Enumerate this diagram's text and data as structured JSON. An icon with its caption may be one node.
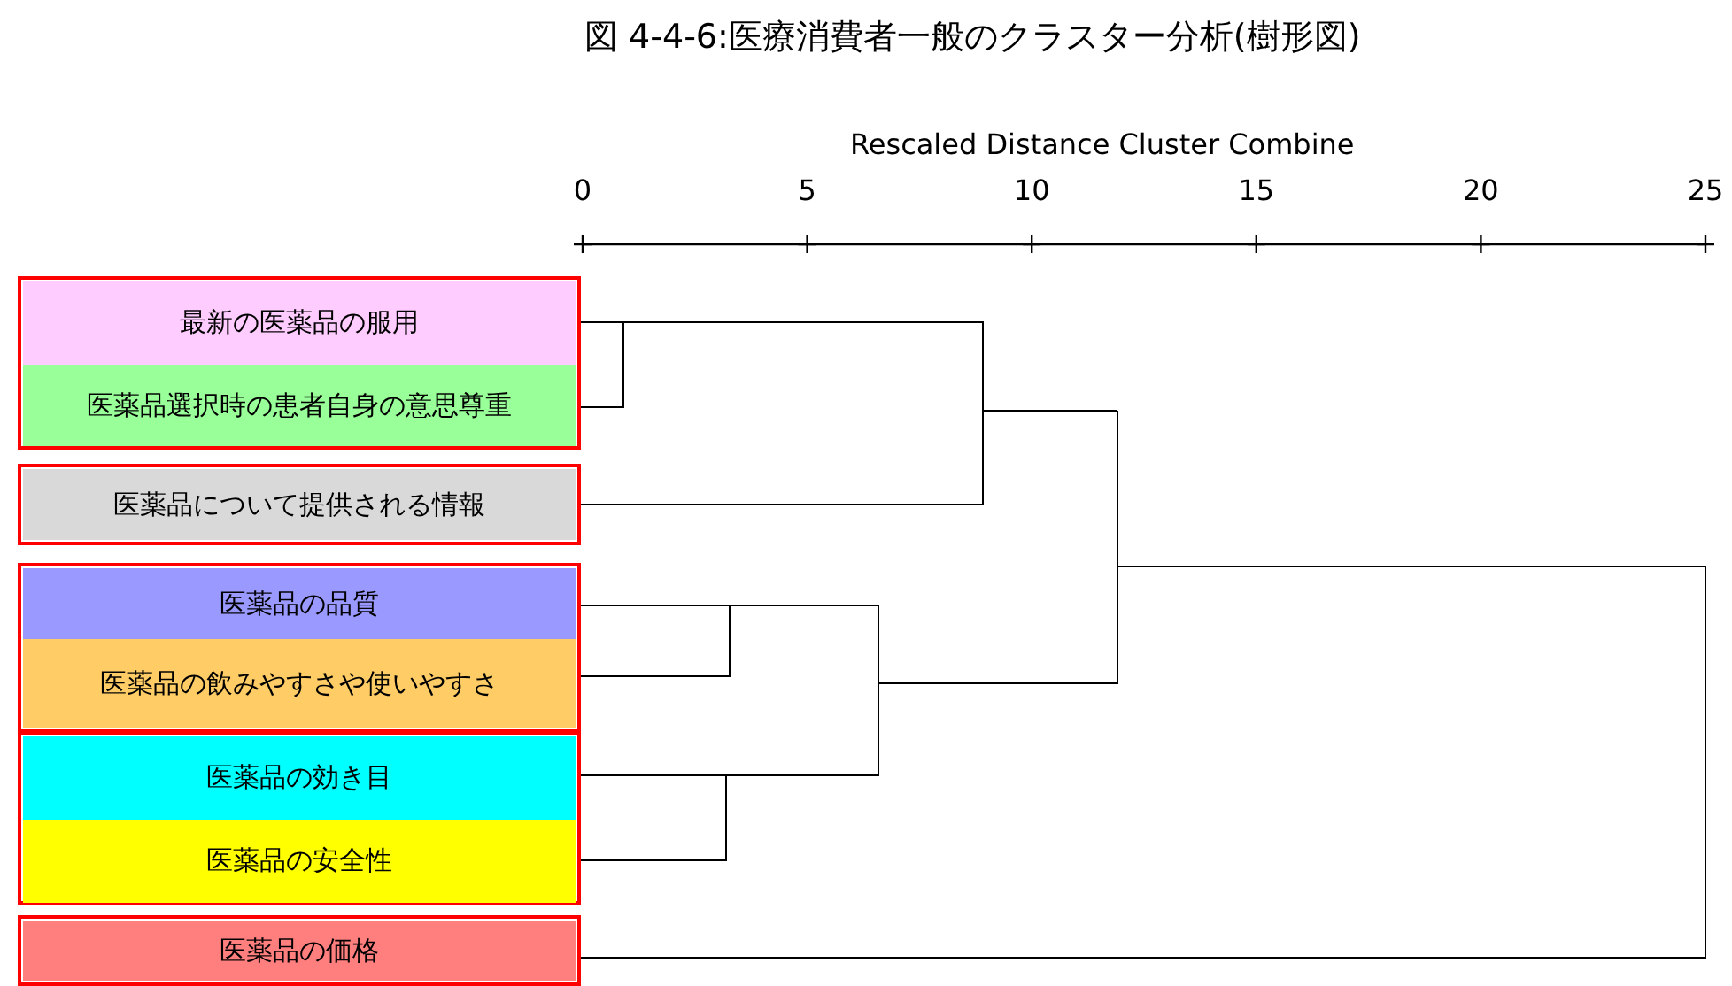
{
  "diagram": {
    "title": "図 4-4-6:医療消費者一般のクラスター分析(樹形図)",
    "nodes": [
      {
        "text": [],
        "shape": "box"
      },
      {
        "text": [
          "最新の医薬品の服用"
        ],
        "in": 0
      },
      {
        "text": [
          "医薬品選択時の患者自身の意思尊重"
        ],
        "in": 0
      },
      {
        "text": [],
        "shape": "box"
      },
      {
        "text": [
          "医薬品について提供される情報"
        ],
        "in": 3
      },
      {
        "text": [],
        "shape": "box"
      },
      {
        "text": [
          "医薬品の品質"
        ],
        "in": 5
      },
      {
        "text": [
          "医薬品の飲みやすさや使いやすさ"
        ],
        "in": 5
      },
      {
        "text": [],
        "shape": "box"
      },
      {
        "text": [
          "医薬品の効き目"
        ],
        "in": 8
      },
      {
        "text": [
          "医薬品の安全性"
        ],
        "in": 8
      },
      {
        "text": [],
        "shape": "box"
      },
      {
        "text": [
          "医薬品の価格"
        ],
        "in": 11
      }
    ],
    "edges": [],
    "labels": [
      "Rescaled Distance Cluster Combine",
      "0",
      "5",
      "10",
      "15",
      "20",
      "25"
    ]
  }
}
